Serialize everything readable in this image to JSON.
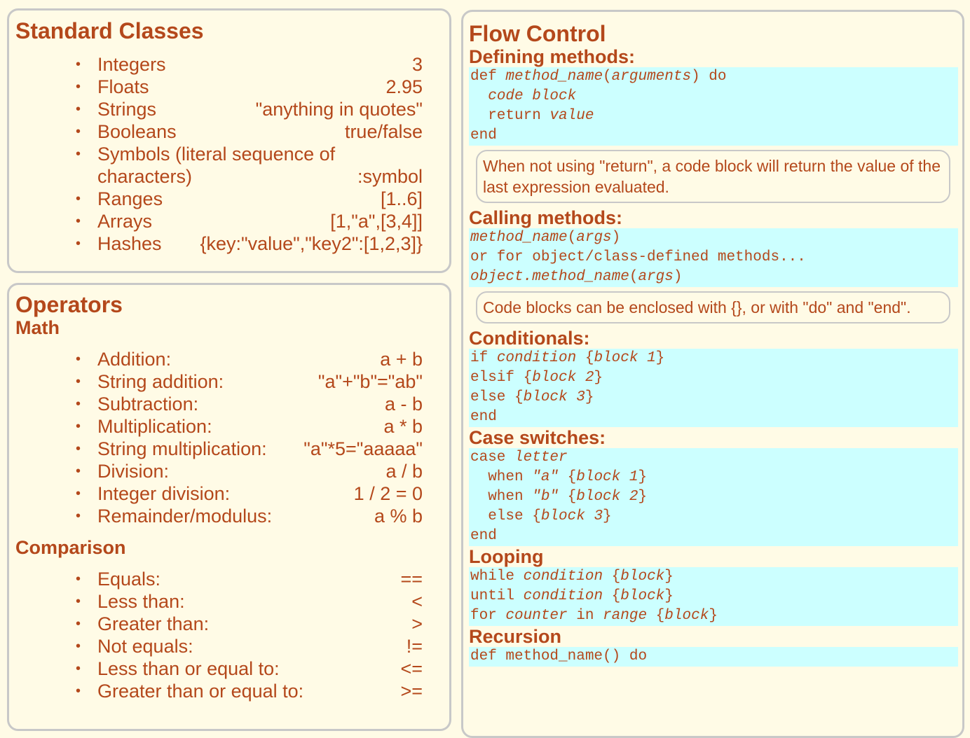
{
  "standard_classes": {
    "title": "Standard Classes",
    "items": [
      {
        "label": "Integers",
        "value": "3"
      },
      {
        "label": "Floats",
        "value": "2.95"
      },
      {
        "label": "Strings",
        "value": "\"anything in quotes\""
      },
      {
        "label": "Booleans",
        "value": "true/false"
      },
      {
        "label": "Symbols (literal sequence of",
        "label2": "characters)",
        "value": ":symbol"
      },
      {
        "label": "Ranges",
        "value": "[1..6]"
      },
      {
        "label": "Arrays",
        "value": "[1,\"a\",[3,4]]"
      },
      {
        "label": "Hashes",
        "value": "{key:\"value\",\"key2\":[1,2,3]}"
      }
    ]
  },
  "operators": {
    "title": "Operators",
    "math": {
      "heading": "Math",
      "items": [
        {
          "label": "Addition:",
          "value": "a + b"
        },
        {
          "label": "String addition:",
          "value": "\"a\"+\"b\"=\"ab\""
        },
        {
          "label": "Subtraction:",
          "value": "a - b"
        },
        {
          "label": "Multiplication:",
          "value": "a * b"
        },
        {
          "label": "String multiplication:",
          "value": "\"a\"*5=\"aaaaa\""
        },
        {
          "label": "Division:",
          "value": "a / b"
        },
        {
          "label": "Integer division:",
          "value": "1 / 2 = 0"
        },
        {
          "label": "Remainder/modulus:",
          "value": "a % b"
        }
      ]
    },
    "comparison": {
      "heading": "Comparison",
      "items": [
        {
          "label": "Equals:",
          "value": "=="
        },
        {
          "label": "Less than:",
          "value": "<"
        },
        {
          "label": "Greater than:",
          "value": ">"
        },
        {
          "label": "Not equals:",
          "value": "!="
        },
        {
          "label": "Less than or equal to:",
          "value": "<="
        },
        {
          "label": "Greater than or equal to:",
          "value": ">="
        }
      ]
    }
  },
  "flow_control": {
    "title": "Flow Control",
    "defining": {
      "heading": "Defining methods:",
      "code": [
        [
          {
            "t": "def "
          },
          {
            "t": "method_name",
            "i": true
          },
          {
            "t": "("
          },
          {
            "t": "arguments",
            "i": true
          },
          {
            "t": ") do"
          }
        ],
        [
          {
            "t": "  "
          },
          {
            "t": "code block",
            "i": true
          }
        ],
        [
          {
            "t": "  return "
          },
          {
            "t": "value",
            "i": true
          }
        ],
        [
          {
            "t": "end"
          }
        ]
      ],
      "note": "When not using \"return\", a code block will return the value of the last expression evaluated."
    },
    "calling": {
      "heading": "Calling methods:",
      "code": [
        [
          {
            "t": "method_name",
            "i": true
          },
          {
            "t": "("
          },
          {
            "t": "args",
            "i": true
          },
          {
            "t": ")"
          }
        ],
        [
          {
            "t": "or for object/class-defined methods..."
          }
        ],
        [
          {
            "t": "object.method_name",
            "i": true
          },
          {
            "t": "("
          },
          {
            "t": "args",
            "i": true
          },
          {
            "t": ")"
          }
        ]
      ],
      "note": "Code blocks can be enclosed with {}, or with \"do\" and \"end\"."
    },
    "conditionals": {
      "heading": "Conditionals:",
      "code": [
        [
          {
            "t": "if "
          },
          {
            "t": "condition",
            "i": true
          },
          {
            "t": " {"
          },
          {
            "t": "block 1",
            "i": true
          },
          {
            "t": "}"
          }
        ],
        [
          {
            "t": "elsif {"
          },
          {
            "t": "block 2",
            "i": true
          },
          {
            "t": "}"
          }
        ],
        [
          {
            "t": "else {"
          },
          {
            "t": "block 3",
            "i": true
          },
          {
            "t": "}"
          }
        ],
        [
          {
            "t": "end"
          }
        ]
      ]
    },
    "case": {
      "heading": "Case switches:",
      "code": [
        [
          {
            "t": "case "
          },
          {
            "t": "letter",
            "i": true
          }
        ],
        [
          {
            "t": "  when "
          },
          {
            "t": "\"a\"",
            "i": true
          },
          {
            "t": " {"
          },
          {
            "t": "block 1",
            "i": true
          },
          {
            "t": "}"
          }
        ],
        [
          {
            "t": "  when "
          },
          {
            "t": "\"b\"",
            "i": true
          },
          {
            "t": " {"
          },
          {
            "t": "block 2",
            "i": true
          },
          {
            "t": "}"
          }
        ],
        [
          {
            "t": "  else {"
          },
          {
            "t": "block 3",
            "i": true
          },
          {
            "t": "}"
          }
        ],
        [
          {
            "t": "end"
          }
        ]
      ]
    },
    "looping": {
      "heading": "Looping",
      "code": [
        [
          {
            "t": "while "
          },
          {
            "t": "condition",
            "i": true
          },
          {
            "t": " {"
          },
          {
            "t": "block",
            "i": true
          },
          {
            "t": "}"
          }
        ],
        [
          {
            "t": "until "
          },
          {
            "t": "condition",
            "i": true
          },
          {
            "t": " {"
          },
          {
            "t": "block",
            "i": true
          },
          {
            "t": "}"
          }
        ],
        [
          {
            "t": "for "
          },
          {
            "t": "counter",
            "i": true
          },
          {
            "t": " in "
          },
          {
            "t": "range",
            "i": true
          },
          {
            "t": " {"
          },
          {
            "t": "block",
            "i": true
          },
          {
            "t": "}"
          }
        ]
      ]
    },
    "recursion": {
      "heading": "Recursion",
      "code": [
        [
          {
            "t": "def method_name() do"
          }
        ]
      ]
    }
  }
}
